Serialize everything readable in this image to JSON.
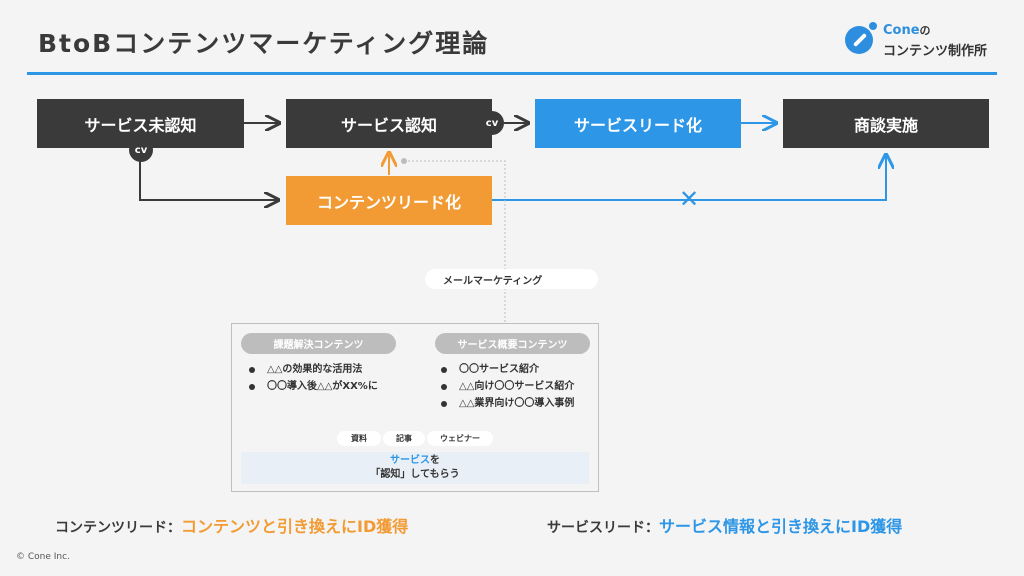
{
  "header": {
    "title": "BtoBコンテンツマーケティング理論",
    "logo_line1": "Cone",
    "logo_no": "の",
    "logo_line2": "コンテンツ制作所"
  },
  "flow": {
    "box1": "サービス未認知",
    "box2": "サービス認知",
    "box3": "サービスリード化",
    "box4": "商談実施",
    "box5": "コンテンツリード化",
    "cv1": "cv",
    "cv2": "cv",
    "blocked_mark": "✕"
  },
  "mail_label": "メールマーケティング",
  "panel": {
    "left_pill": "課題解決コンテンツ",
    "left_items": [
      "△△の効果的な活用法",
      "〇〇導入後△△がXX%に"
    ],
    "right_pill": "サービス概要コンテンツ",
    "right_items": [
      "〇〇サービス紹介",
      "△△向け〇〇サービス紹介",
      "△△業界向け〇〇導入事例"
    ],
    "tags": [
      "資料",
      "記事",
      "ウェビナー"
    ],
    "goal_highlight": "サービス",
    "goal_rest1": "を",
    "goal_line2": "「認知」してもらう"
  },
  "captions": {
    "left_key": "コンテンツリード：",
    "left_value": "コンテンツと引き換えにID獲得",
    "right_key": "サービスリード：",
    "right_value": "サービス情報と引き換えにID獲得"
  },
  "footer": {
    "copyright": "© Cone Inc."
  },
  "colors": {
    "dark": "#3a3a3a",
    "blue": "#2d96e6",
    "orange": "#f29b34"
  }
}
